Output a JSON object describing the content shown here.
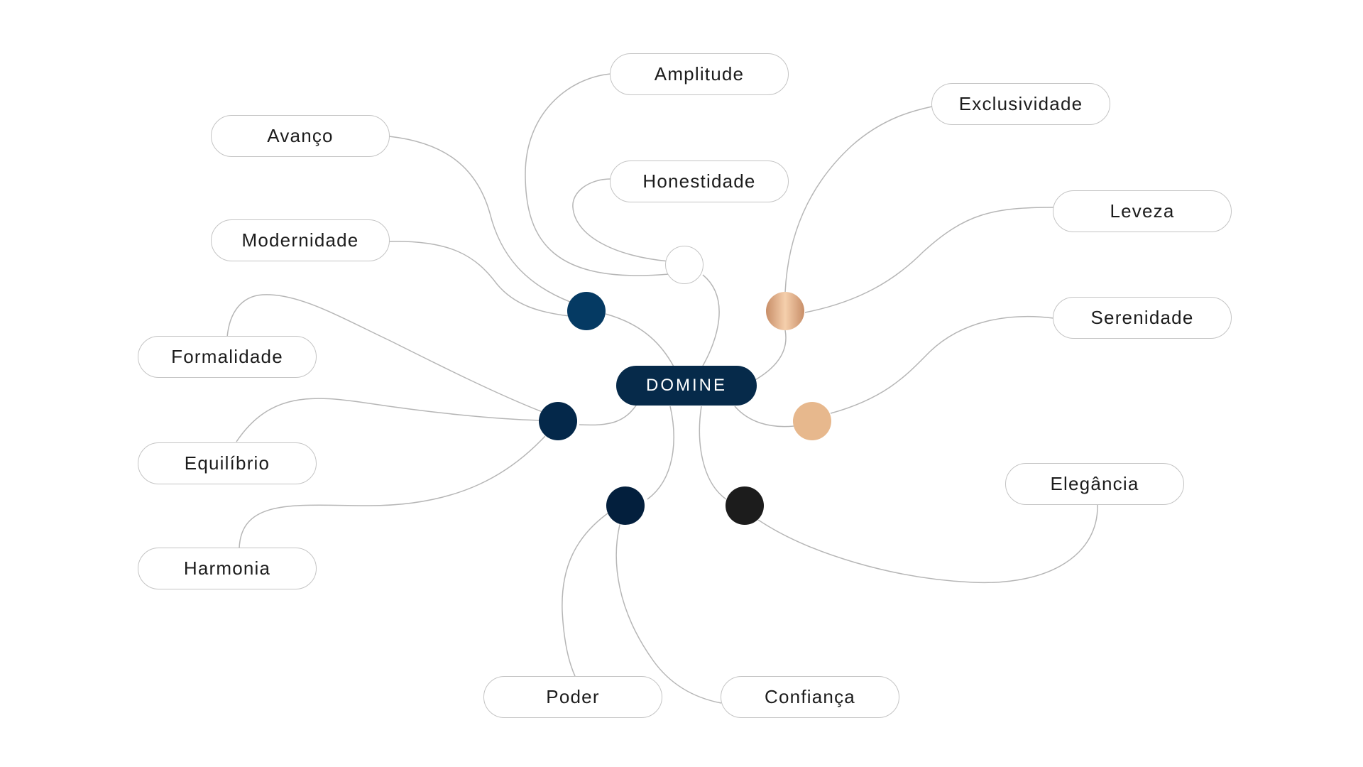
{
  "diagram": {
    "center": {
      "label": "DOMINE",
      "color": "#062a4a"
    },
    "hub_colors": {
      "white": "#ffffff",
      "navy_light": "#053a63",
      "navy": "#04284a",
      "navy_dark": "#031f3d",
      "black": "#1c1c1c",
      "copper": "#d9a47e",
      "peach": "#e7b88d"
    },
    "labels": {
      "amplitude": "Amplitude",
      "exclusividade": "Exclusividade",
      "avanco": "Avanço",
      "honestidade": "Honestidade",
      "leveza": "Leveza",
      "modernidade": "Modernidade",
      "serenidade": "Serenidade",
      "formalidade": "Formalidade",
      "equilibrio": "Equilíbrio",
      "elegancia": "Elegância",
      "harmonia": "Harmonia",
      "poder": "Poder",
      "confianca": "Confiança"
    },
    "connections": [
      {
        "from": "DOMINE",
        "to": "white-hub"
      },
      {
        "from": "white-hub",
        "to": "Amplitude"
      },
      {
        "from": "white-hub",
        "to": "Honestidade"
      },
      {
        "from": "DOMINE",
        "to": "navy-hub-top"
      },
      {
        "from": "navy-hub-top",
        "to": "Avanço"
      },
      {
        "from": "navy-hub-top",
        "to": "Modernidade"
      },
      {
        "from": "DOMINE",
        "to": "navy-hub-left"
      },
      {
        "from": "navy-hub-left",
        "to": "Formalidade"
      },
      {
        "from": "navy-hub-left",
        "to": "Equilíbrio"
      },
      {
        "from": "navy-hub-left",
        "to": "Harmonia"
      },
      {
        "from": "DOMINE",
        "to": "navy-hub-bottom"
      },
      {
        "from": "navy-hub-bottom",
        "to": "Poder"
      },
      {
        "from": "navy-hub-bottom",
        "to": "Confiança"
      },
      {
        "from": "DOMINE",
        "to": "black-hub"
      },
      {
        "from": "black-hub",
        "to": "Elegância"
      },
      {
        "from": "DOMINE",
        "to": "copper-hub"
      },
      {
        "from": "copper-hub",
        "to": "Exclusividade"
      },
      {
        "from": "copper-hub",
        "to": "Leveza"
      },
      {
        "from": "DOMINE",
        "to": "peach-hub"
      },
      {
        "from": "peach-hub",
        "to": "Serenidade"
      }
    ]
  }
}
